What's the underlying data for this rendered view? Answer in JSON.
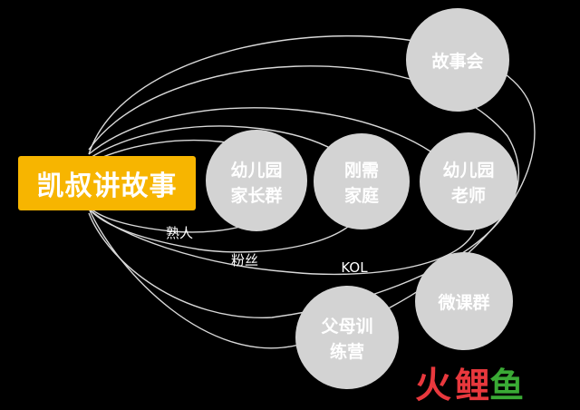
{
  "brand": {
    "title": "凯叔讲故事"
  },
  "rings": [
    {
      "id": "ring-shuren",
      "label": "熟人"
    },
    {
      "id": "ring-fensi",
      "label": "粉丝"
    },
    {
      "id": "ring-kol",
      "label": "KOL"
    },
    {
      "id": "ring-outer-1",
      "label": ""
    },
    {
      "id": "ring-outer-2",
      "label": ""
    }
  ],
  "nodes": [
    {
      "id": "node-kindergarten-parents",
      "lines": [
        "幼儿园",
        "家长群"
      ]
    },
    {
      "id": "node-rigid-demand-family",
      "lines": [
        "刚需",
        "家庭"
      ]
    },
    {
      "id": "node-kindergarten-teachers",
      "lines": [
        "幼儿园",
        "老师"
      ]
    },
    {
      "id": "node-story-club",
      "lines": [
        "故事会"
      ]
    },
    {
      "id": "node-micro-course-group",
      "lines": [
        "微课群"
      ]
    },
    {
      "id": "node-parent-training-camp",
      "lines": [
        "父母训",
        "练营"
      ]
    }
  ],
  "watermark": {
    "chars": [
      "火",
      "鲤",
      "鱼"
    ]
  },
  "colors": {
    "brand_box": "#f7b500",
    "node": "#d3d3d3",
    "ring": "#d9d9d9",
    "logo_red": "#e8383d",
    "logo_green": "#3aaa35"
  }
}
